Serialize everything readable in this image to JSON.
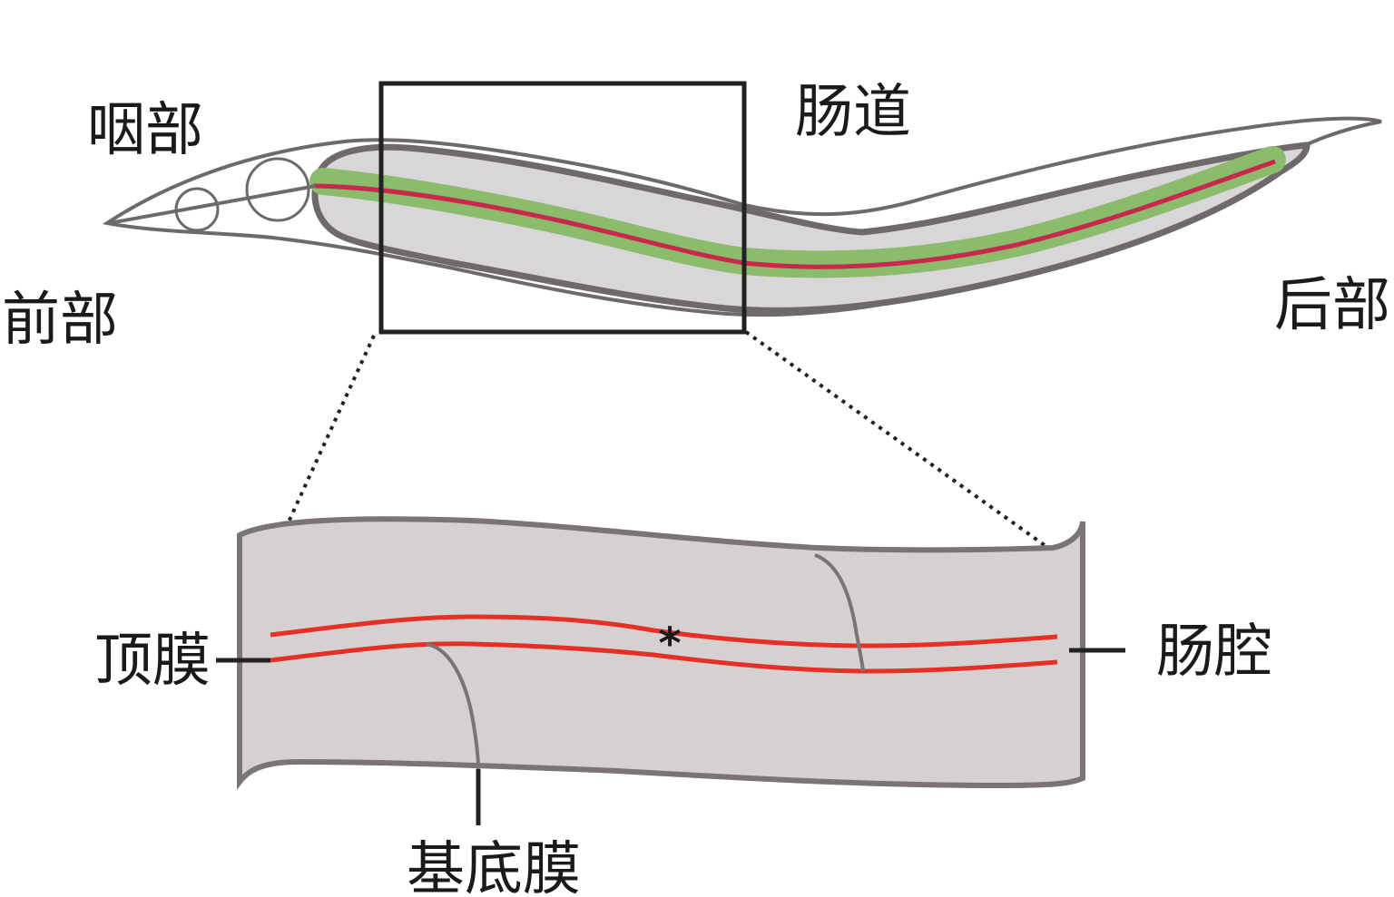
{
  "labels": {
    "pharynx": "咽部",
    "intestine": "肠道",
    "anterior": "前部",
    "posterior": "后部",
    "apical_membrane": "顶膜",
    "lumen": "肠腔",
    "basal_membrane": "基底膜",
    "lumen_marker": "*"
  },
  "colors": {
    "outline": "#6f6a6a",
    "body_fill": "#ffffff",
    "intestine_fill": "#d9d6da",
    "green_band": "#8abc6b",
    "lumen_line": "#c8284e",
    "inset_fill": "#d6d1d1",
    "inset_outline": "#7a7474",
    "membrane_red": "#e53028",
    "frame": "#222222"
  }
}
